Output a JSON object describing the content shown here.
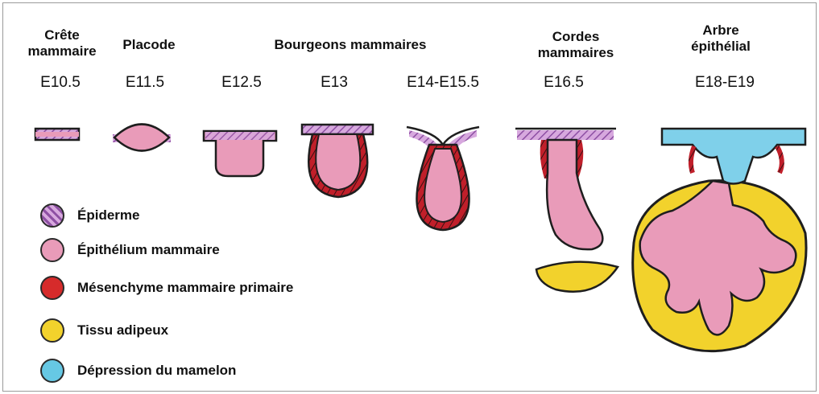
{
  "stages": [
    {
      "title": "Crête\nmammaire",
      "age": "E10.5"
    },
    {
      "title": "Placode",
      "age": "E11.5"
    },
    {
      "title": "Bourgeons mammaires",
      "age": "E12.5"
    },
    {
      "title": "",
      "age": "E13"
    },
    {
      "title": "",
      "age": "E14-E15.5"
    },
    {
      "title": "Cordes\nmammaires",
      "age": "E16.5"
    },
    {
      "title": "Arbre\népithélial",
      "age": "E18-E19"
    }
  ],
  "legend": [
    {
      "label": "Épiderme",
      "color": "#b47cc0",
      "pattern": "hatched"
    },
    {
      "label": "Épithélium mammaire",
      "color": "#e99bb9"
    },
    {
      "label": "Mésenchyme mammaire primaire",
      "color": "#d62b2b"
    },
    {
      "label": "Tissu adipeux",
      "color": "#f2d22c"
    },
    {
      "label": "Dépression du mamelon",
      "color": "#66c8e4"
    }
  ],
  "colors": {
    "epidermis": "#c493cf",
    "epithelium": "#e99bb9",
    "mesenchyme": "#d62b2b",
    "adipose": "#f2d22c",
    "nipple": "#7fd0ea",
    "outline": "#1e1e1e"
  }
}
